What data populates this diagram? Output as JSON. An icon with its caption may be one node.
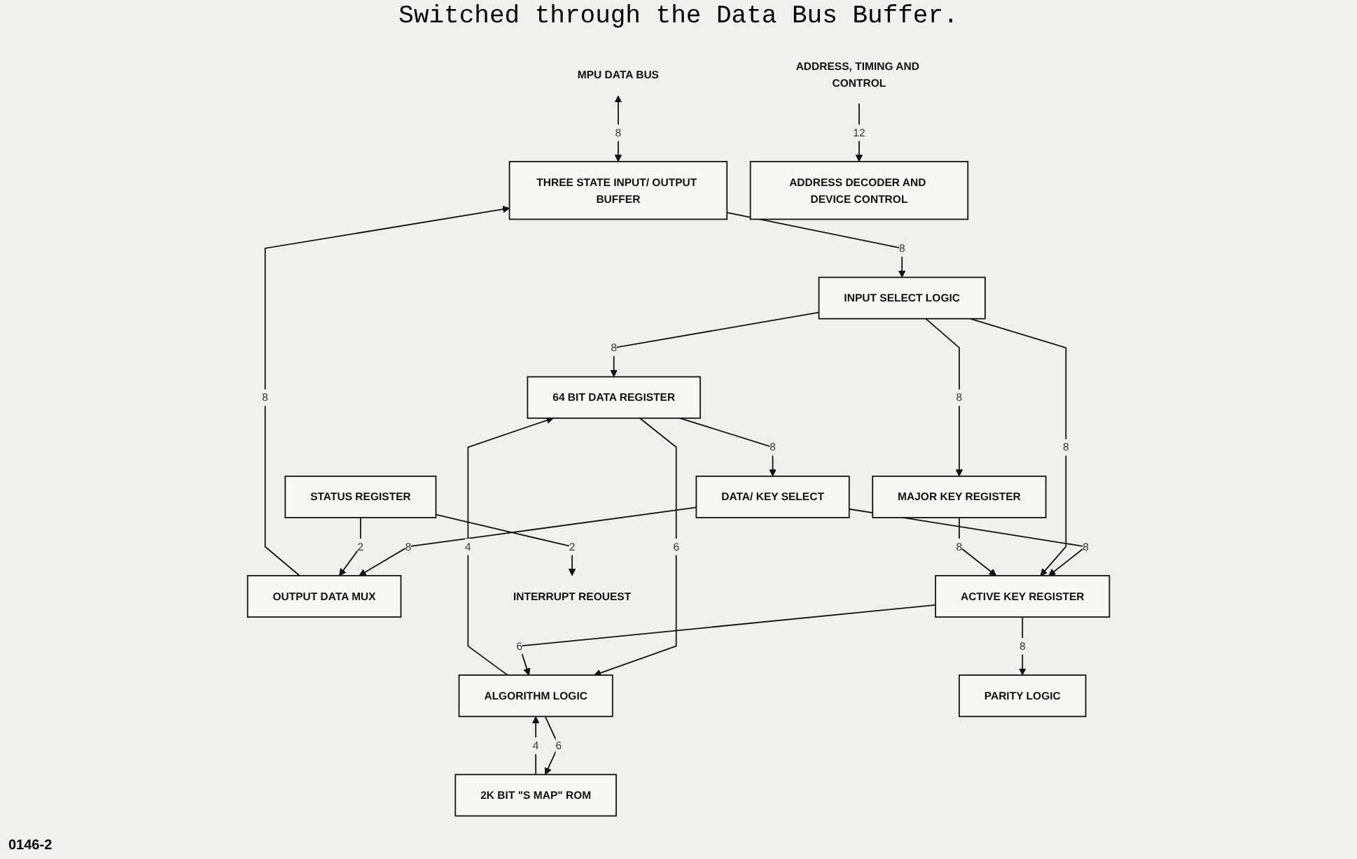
{
  "diagram": {
    "nodes": [
      {
        "text": [
          "MPU DATA BUS"
        ]
      },
      {
        "text": [
          "THREE STATE INPUT/ OUTPUT BUFFER"
        ]
      },
      {
        "text": [
          "INPUT SELECT LOGIC"
        ]
      },
      {
        "text": [
          "64 BIT DATA REGISTER"
        ]
      },
      {
        "text": [
          "OUTPUT DATA MUX"
        ]
      },
      {
        "text": [
          "DATA/ KEY SELECT"
        ]
      },
      {
        "text": [
          "ALGORITHM LOGIC"
        ]
      },
      {
        "text": [
          "2K BIT \"S MAP\" ROM"
        ]
      },
      {
        "text": [
          "ADDRESS, TIMING AND CONTROL"
        ]
      },
      {
        "text": [
          "ADDRESS DECODER AND DEVICE CONTROL"
        ]
      },
      {
        "text": [
          "ACTIVE KEY REGISTER"
        ]
      },
      {
        "text": [
          "PARITY LOGIC"
        ]
      },
      {
        "text": [
          "INTERRUPT REOUEST"
        ]
      },
      {
        "text": [
          "STATUS REGISTER"
        ]
      },
      {
        "text": [
          "MAJOR KEY REGISTER"
        ]
      }
    ],
    "edges": [
      {
        "from": 0,
        "to": 1,
        "arrow": "both",
        "label": "8"
      },
      {
        "from": 1,
        "to": 2,
        "arrow": "to",
        "label": "8"
      },
      {
        "from": 4,
        "to": 1,
        "arrow": "to",
        "label": "8"
      },
      {
        "from": 2,
        "to": 3,
        "arrow": "to",
        "label": "8"
      },
      {
        "from": 3,
        "to": 5,
        "arrow": "to",
        "label": "8"
      },
      {
        "from": 3,
        "to": 6,
        "arrow": "to",
        "label": "6"
      },
      {
        "from": 6,
        "to": 3,
        "arrow": "to",
        "label": "4"
      },
      {
        "from": 7,
        "to": 6,
        "arrow": "to",
        "label": "4"
      },
      {
        "from": 6,
        "to": 7,
        "arrow": "to",
        "label": "6"
      },
      {
        "from": 5,
        "to": 4,
        "arrow": "to",
        "label": "8"
      },
      {
        "from": 8,
        "to": 9,
        "arrow": "to",
        "label": "12"
      },
      {
        "from": 5,
        "to": 10,
        "arrow": "to",
        "label": "8"
      },
      {
        "from": 2,
        "to": 10,
        "arrow": "to",
        "label": "8"
      },
      {
        "from": 2,
        "to": 14,
        "arrow": "to",
        "label": "8"
      },
      {
        "from": 10,
        "to": 11,
        "arrow": "to",
        "label": "8"
      },
      {
        "from": 10,
        "to": 6,
        "arrow": "to",
        "label": "6"
      },
      {
        "from": 14,
        "to": 10,
        "arrow": "to",
        "label": "8"
      },
      {
        "from": 13,
        "to": 12,
        "arrow": "to",
        "label": "2"
      },
      {
        "from": 13,
        "to": 4,
        "arrow": "to",
        "label": "2"
      }
    ],
    "labels": [
      "Switched through the Data Bus Buffer.",
      "0146-2"
    ]
  }
}
